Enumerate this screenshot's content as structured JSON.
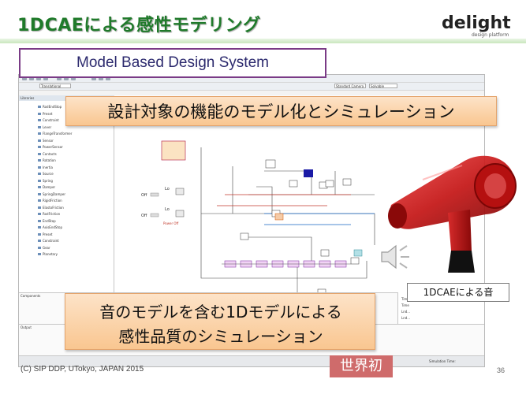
{
  "slide": {
    "title": "1DCAEによる感性モデリング",
    "logo_text": "delight",
    "logo_subtext": "design platform",
    "copyright": "(C) SIP DDP, UTokyo, JAPAN 2015",
    "page_number": "36"
  },
  "labels": {
    "model_based_design": "Model Based Design System",
    "callout_top": "設計対象の機能のモデル化とシミュレーション",
    "callout_bottom_line1": "音のモデルを含む1Dモデルによる",
    "callout_bottom_line2": "感性品質のシミュレーション",
    "sound_label": "1DCAEによる音",
    "first_badge": "世界初"
  },
  "screenshot": {
    "toolbar_combos": [
      "Translational",
      "Standard Camera",
      "Solvable"
    ],
    "library_header": "Libraries",
    "library_items": [
      "RodEndStop",
      "Preset",
      "Constraint",
      "Lever",
      "FlangeTransformer",
      "Sensor",
      "PowerSensor",
      "Contacts",
      "Rotation",
      "Inertia",
      "Source",
      "Spring",
      "Damper",
      "SpringDamper",
      "RigidFriction",
      "ElastoFriction",
      "RodFriction",
      "EndStop",
      "AxisEndStop",
      "Preset",
      "Constraint",
      "Gear",
      "Planetary"
    ],
    "components_header": "Components",
    "output_header": "Output",
    "status_text": "Simulation Time:",
    "variables": [
      "Time",
      "Time",
      "Lnd...",
      "Lnd..."
    ],
    "canvas_labels": [
      "Lo",
      "Off",
      "Lo",
      "Off",
      "Power Off"
    ]
  },
  "colors": {
    "title_green": "#1f7a2a",
    "callout_fill": "#f9c690",
    "badge_red": "#cf6b6b",
    "dryer_red": "#c41414",
    "mbd_border": "#7a3b86"
  },
  "icons": [
    "speaker-icon",
    "hairdryer-image",
    "delight-logo"
  ]
}
